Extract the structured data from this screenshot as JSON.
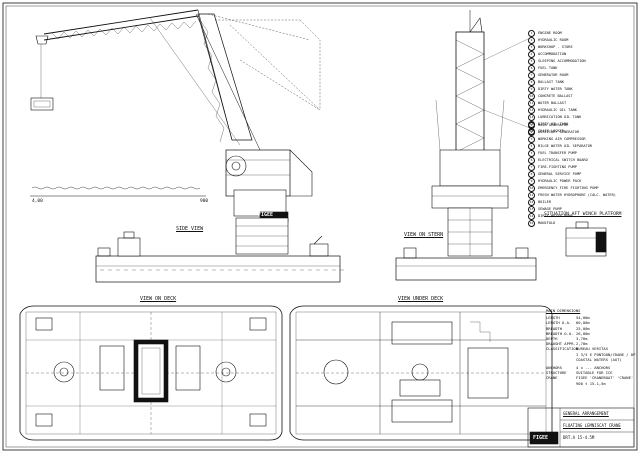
{
  "views": {
    "side": "SIDE VIEW",
    "stern": "VIEW ON STERN",
    "deck": "VIEW ON DECK",
    "under_deck": "VIEW UNDER DECK",
    "situation": "SITUATION AFT WINCH PLATFORM"
  },
  "legend_upper": [
    "ENGINE ROOM",
    "HYDRAULIC ROOM",
    "WORKSHOP - STORE",
    "ACCOMMODATION",
    "SLEEPING ACCOMMODATION",
    "FUEL TANK",
    "GENERATOR ROOM",
    "BALLAST TANK",
    "DIRTY WATER TANK",
    "CONCRETE BALLAST",
    "WATER BALLAST",
    "HYDRAULIC OIL TANK",
    "LUBRICATION OIL TANK",
    "DIRTY OIL TANK",
    "CHAIN LOCKER"
  ],
  "legend_lower": [
    "MAIN GENERATOR",
    "AUXILIARY GENERATOR",
    "WORKING AIR COMPRESSOR",
    "BILGE WATER OIL SEPARATOR",
    "FUEL TRANSFER PUMP",
    "ELECTRICAL SWITCH BOARD",
    "FIRE-FIGHTING PUMP",
    "GENERAL SERVICE PUMP",
    "HYDRAULIC POWER PACK",
    "EMERGENCY FIRE FIGHTING PUMP",
    "FRESH WATER HYDROPHORE (CALC. WATER)",
    "BOILER",
    "SEWAGE PUMP",
    "DIRTY WATER PUMP",
    "MANIFOLD"
  ],
  "dimensions": {
    "title": "MAIN DIMENSIONS",
    "rows": [
      [
        "LENGTH",
        "54,00m"
      ],
      [
        "LENGTH O.A.",
        "60,00m"
      ],
      [
        "BREADTH",
        "25,00m"
      ],
      [
        "BREADTH O.A.",
        "26,00m"
      ],
      [
        "DEPTH",
        "3,70m"
      ],
      [
        "DRAUGHT APPR.",
        "2,70m"
      ],
      [
        "CLASSIFICATION",
        "BUREAU VERITAS"
      ]
    ],
    "class_note": "I 3/3 E  PONTOON/CRANE / DP",
    "class_note2": "COASTAL WATERS (AUT)",
    "extra": [
      [
        "ANCHORS",
        "4 x ... ANCHORS"
      ],
      [
        "STRUCTURE",
        "SUITABLE FOR ICE"
      ],
      [
        "CRANE",
        "FIGEE 'CRANEBOAT' 'CRANE'"
      ],
      [
        "",
        "900 t 15-1,5m"
      ]
    ]
  },
  "title_block": {
    "line1": "GENERAL ARRANGEMENT",
    "line2": "FLOATING LEMNISCAT CRANE",
    "line3": "DRT.A 15-4.5M",
    "logo": "FIGEE"
  },
  "crane_cab_logo": "FIGEE",
  "axis": {
    "left": "4,00",
    "right": "900"
  }
}
